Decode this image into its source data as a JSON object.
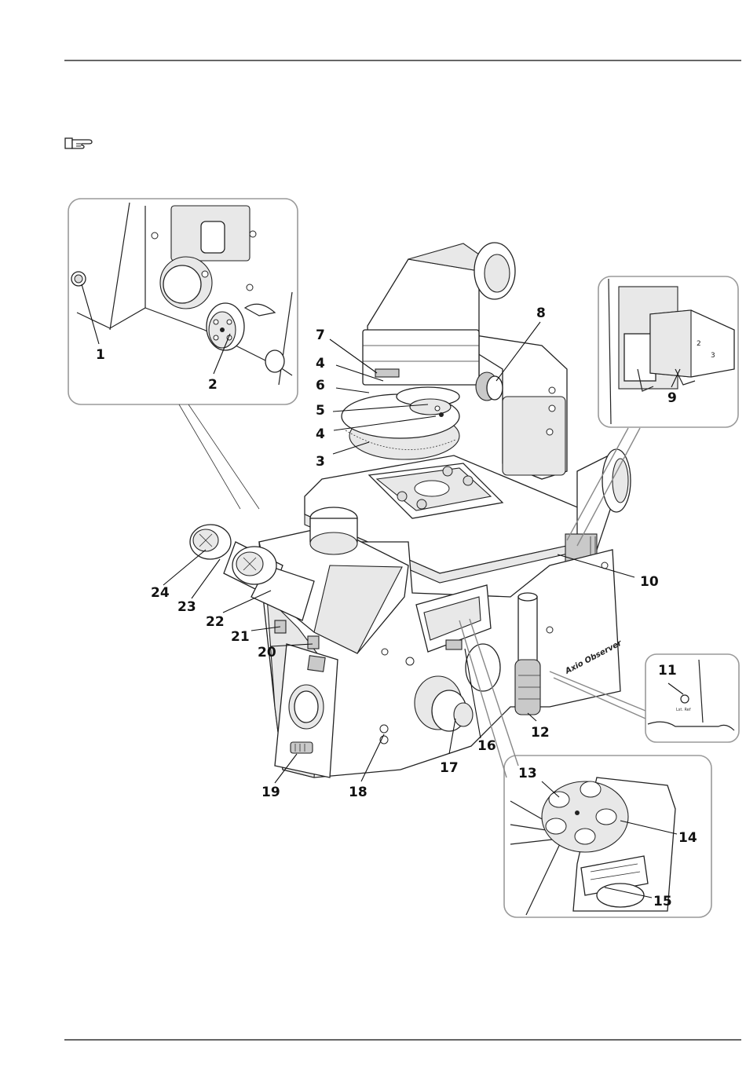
{
  "page": {
    "brand_label": "Axio Observer",
    "inset_button_label": "Lst. Ref"
  },
  "callouts": [
    {
      "id": "1",
      "label": "1"
    },
    {
      "id": "2",
      "label": "2"
    },
    {
      "id": "3",
      "label": "3"
    },
    {
      "id": "4a",
      "label": "4"
    },
    {
      "id": "4b",
      "label": "4"
    },
    {
      "id": "5",
      "label": "5"
    },
    {
      "id": "6",
      "label": "6"
    },
    {
      "id": "7",
      "label": "7"
    },
    {
      "id": "8",
      "label": "8"
    },
    {
      "id": "9",
      "label": "9"
    },
    {
      "id": "10",
      "label": "10"
    },
    {
      "id": "11",
      "label": "11"
    },
    {
      "id": "12",
      "label": "12"
    },
    {
      "id": "13",
      "label": "13"
    },
    {
      "id": "14",
      "label": "14"
    },
    {
      "id": "15",
      "label": "15"
    },
    {
      "id": "16",
      "label": "16"
    },
    {
      "id": "17",
      "label": "17"
    },
    {
      "id": "18",
      "label": "18"
    },
    {
      "id": "19",
      "label": "19"
    },
    {
      "id": "20",
      "label": "20"
    },
    {
      "id": "21",
      "label": "21"
    },
    {
      "id": "22",
      "label": "22"
    },
    {
      "id": "23",
      "label": "23"
    },
    {
      "id": "24",
      "label": "24"
    }
  ]
}
